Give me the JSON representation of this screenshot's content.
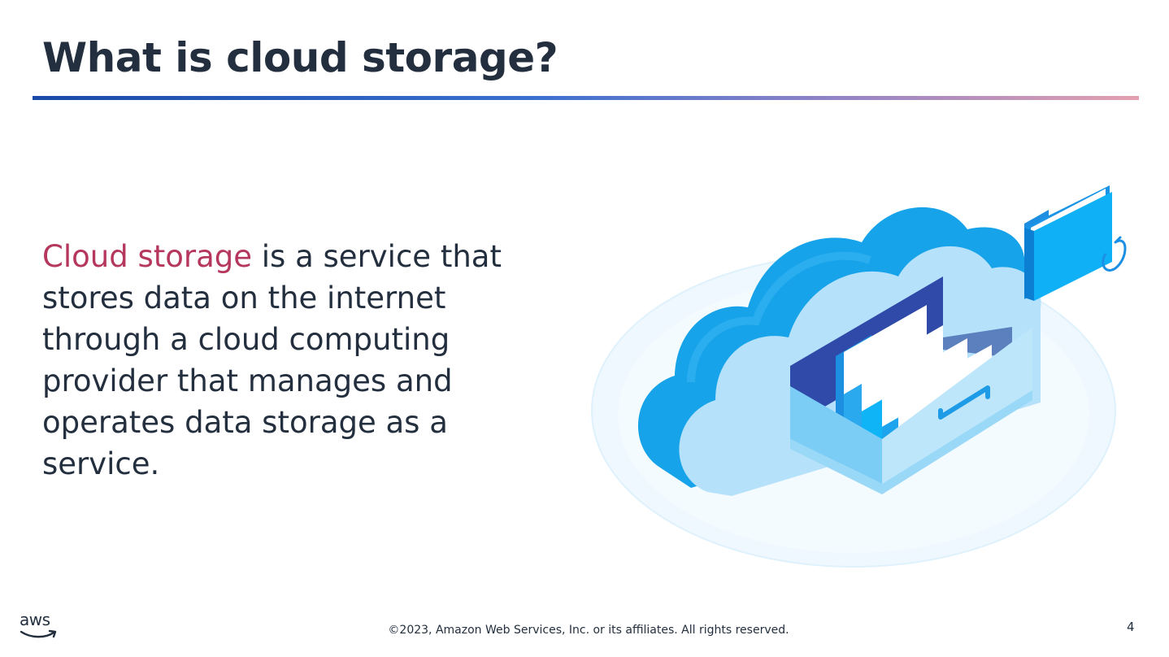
{
  "slide": {
    "title": "What is cloud storage?",
    "body": {
      "highlight": "Cloud storage",
      "rest": " is a service that stores data on the internet through a cloud computing provider that manages and operates data storage as a service."
    },
    "illustration_icon": "cloud-file-cabinet-icon"
  },
  "footer": {
    "logo_text": "aws",
    "copyright": "©2023, Amazon Web Services, Inc. or its affiliates. All rights reserved.",
    "page_number": "4"
  },
  "colors": {
    "title": "#232f3e",
    "highlight": "#b5375d",
    "cloud_dark": "#1aa7ec",
    "cloud_light": "#b9e3fb",
    "drawer": "#6cc8f5",
    "folder_navy": "#2f4aa8"
  }
}
